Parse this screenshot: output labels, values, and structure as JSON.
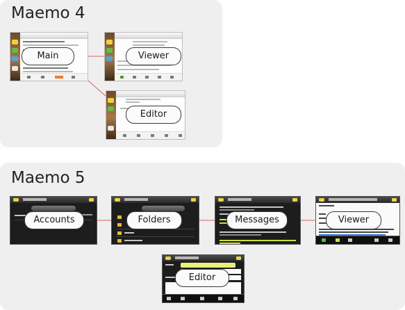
{
  "diagram": {
    "maemo4": {
      "title": "Maemo 4",
      "views": [
        {
          "id": "main",
          "label": "Main"
        },
        {
          "id": "viewer",
          "label": "Viewer"
        },
        {
          "id": "editor",
          "label": "Editor"
        }
      ]
    },
    "maemo5": {
      "title": "Maemo 5",
      "views": [
        {
          "id": "accounts",
          "label": "Accounts"
        },
        {
          "id": "folders",
          "label": "Folders"
        },
        {
          "id": "messages",
          "label": "Messages"
        },
        {
          "id": "viewer",
          "label": "Viewer"
        },
        {
          "id": "editor",
          "label": "Editor"
        }
      ]
    },
    "colors": {
      "panel_bg": "#efefef",
      "connector": "#e35d5d",
      "maemo5_accent": "#d0e040"
    }
  }
}
